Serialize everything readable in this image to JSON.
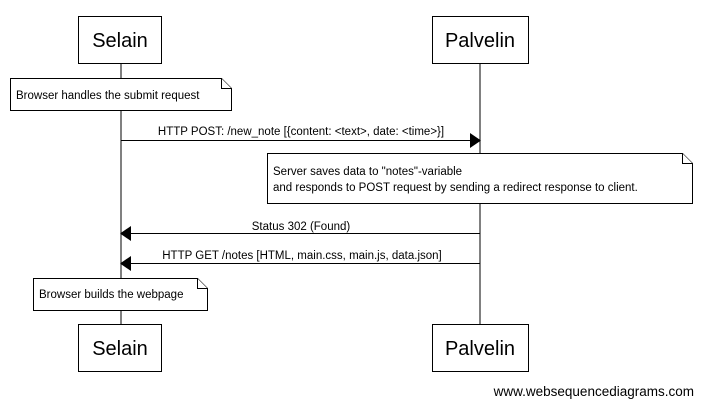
{
  "participants": {
    "left": "Selain",
    "right": "Palvelin"
  },
  "notes": {
    "browser_submit": "Browser handles the submit request",
    "server_saves_line1": "Server saves data to \"notes\"-variable",
    "server_saves_line2": "and responds to POST request by sending a redirect response to client.",
    "browser_builds": "Browser builds the webpage"
  },
  "messages": {
    "post_new_note": "HTTP POST: /new_note [{content: <text>, date: <time>}]",
    "status_302": "Status 302 (Found)",
    "get_notes": "HTTP GET /notes [HTML, main.css, main.js, data.json]"
  },
  "watermark": "www.websequencediagrams.com"
}
